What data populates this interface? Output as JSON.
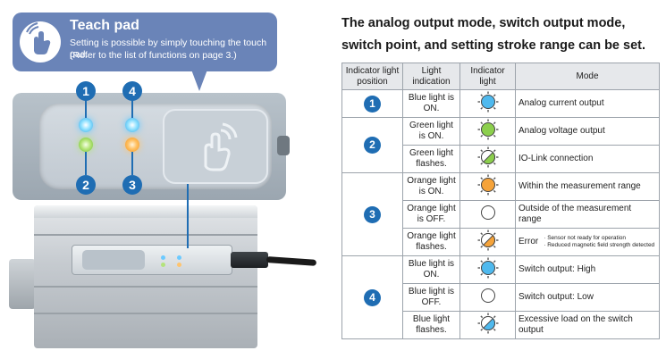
{
  "callout": {
    "title": "Teach pad",
    "line1": "Setting is possible by simply touching the touch pad.",
    "line2": "(Refer to the list of functions on page 3.)",
    "icon": "hand-touch-icon"
  },
  "illustration": {
    "markers": [
      "1",
      "4",
      "2",
      "3"
    ]
  },
  "heading": {
    "line1": "The analog output mode, switch output mode,",
    "line2": "switch point, and setting stroke range can be set."
  },
  "table": {
    "headers": {
      "position": "Indicator light position",
      "indication": "Light indication",
      "indicator": "Indicator light",
      "mode": "Mode"
    },
    "groups": [
      {
        "position": "1",
        "rows": [
          {
            "indication": "Blue light is ON.",
            "icon": "blue-on",
            "mode": "Analog current output"
          }
        ]
      },
      {
        "position": "2",
        "rows": [
          {
            "indication": "Green light is ON.",
            "icon": "green-on",
            "mode": "Analog voltage output"
          },
          {
            "indication": "Green light flashes.",
            "icon": "green-flash",
            "mode": "IO-Link connection"
          }
        ]
      },
      {
        "position": "3",
        "rows": [
          {
            "indication": "Orange light is ON.",
            "icon": "orange-on",
            "mode": "Within the measurement range"
          },
          {
            "indication": "Orange light is OFF.",
            "icon": "off",
            "mode": "Outside of the measurement range"
          },
          {
            "indication": "Orange light flashes.",
            "icon": "orange-flash",
            "mode": "Error",
            "notes": [
              "· Sensor not ready for operation",
              "· Reduced magnetic field strength detected"
            ]
          }
        ]
      },
      {
        "position": "4",
        "rows": [
          {
            "indication": "Blue light is ON.",
            "icon": "blue-on",
            "mode": "Switch output: High"
          },
          {
            "indication": "Blue light is OFF.",
            "icon": "off",
            "mode": "Switch output: Low"
          },
          {
            "indication": "Blue light flashes.",
            "icon": "blue-flash",
            "mode": "Excessive load on the switch output"
          }
        ]
      }
    ]
  },
  "colors": {
    "accent": "#1f6db3",
    "callout": "#6a84b8",
    "blue": "#4fb9ee",
    "green": "#8ccf4d",
    "orange": "#f5a33a"
  }
}
